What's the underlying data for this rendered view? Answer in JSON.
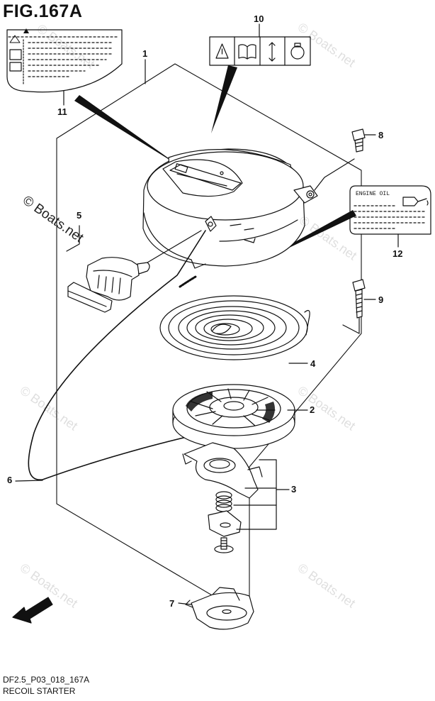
{
  "figure": {
    "title": "FIG.167A",
    "code": "DF2.5_P03_018_167A",
    "name": "RECOIL STARTER"
  },
  "callouts": {
    "c1": "1",
    "c2": "2",
    "c3": "3",
    "c4": "4",
    "c5": "5",
    "c6": "6",
    "c7": "7",
    "c8": "8",
    "c9": "9",
    "c10": "10",
    "c11": "11",
    "c12": "12"
  },
  "labels": {
    "engine_oil": "ENGINE OIL",
    "fwd": "FWD"
  },
  "watermark": {
    "text": "© Boats.net"
  },
  "colors": {
    "line": "#111111",
    "fill": "#ffffff",
    "watermark": "#dddddd"
  }
}
